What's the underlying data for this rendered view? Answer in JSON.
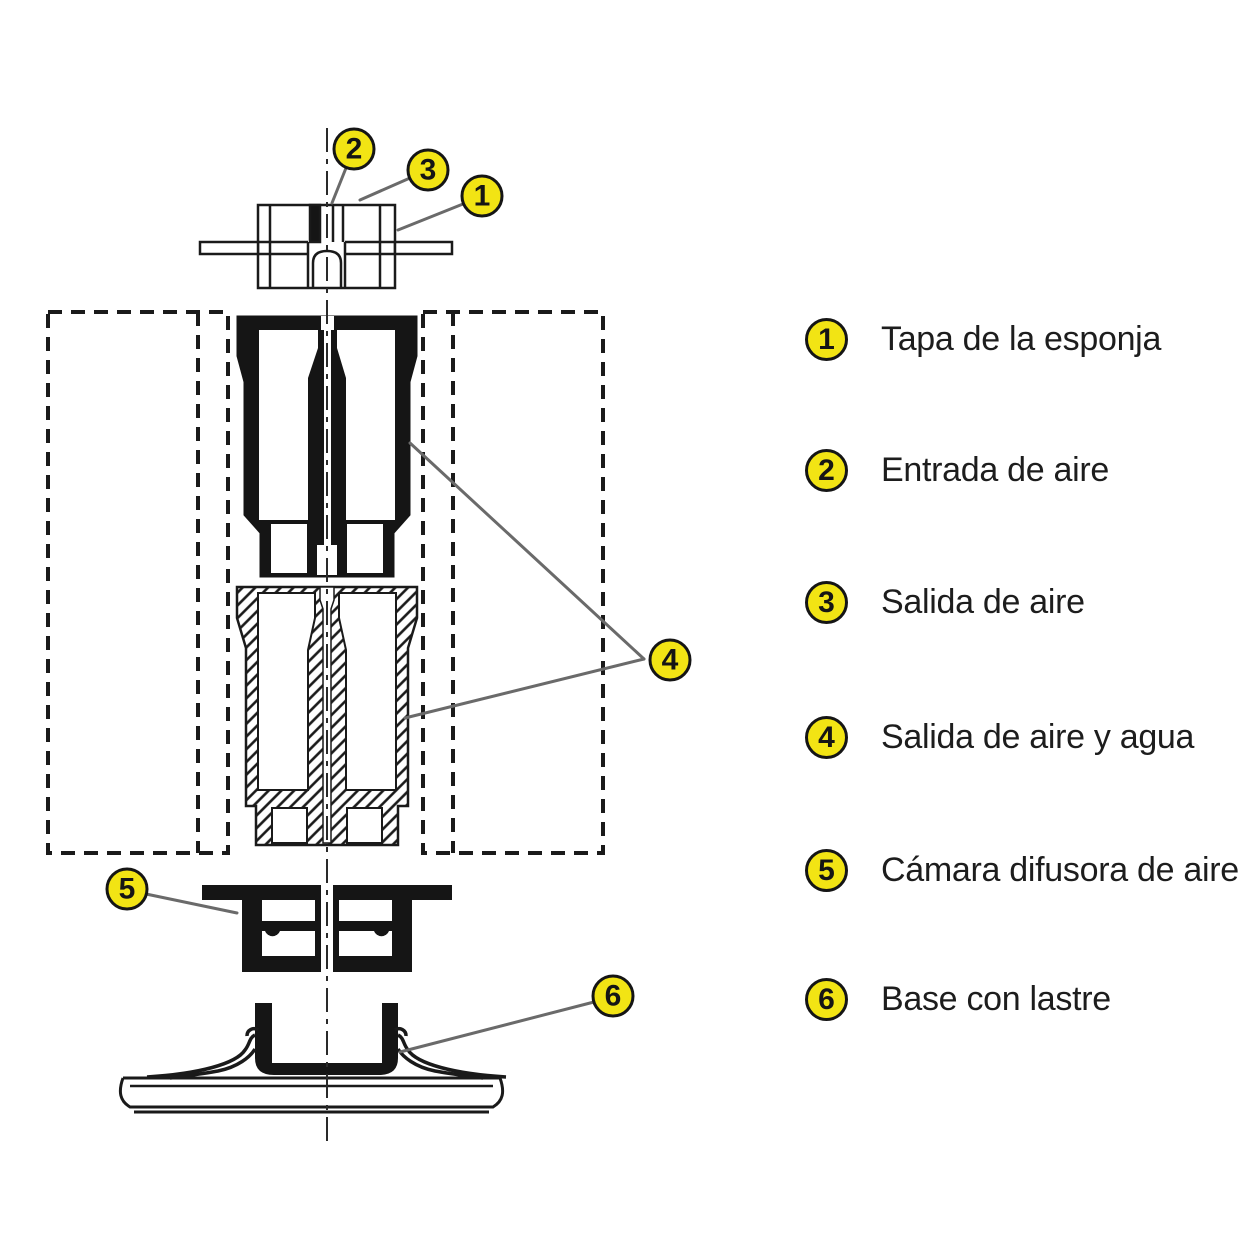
{
  "legend": {
    "items": [
      {
        "num": "1",
        "label": "Tapa de la esponja"
      },
      {
        "num": "2",
        "label": "Entrada de aire"
      },
      {
        "num": "3",
        "label": "Salida de aire"
      },
      {
        "num": "4",
        "label": "Salida de aire y agua"
      },
      {
        "num": "5",
        "label": "Cámara difusora de aire"
      },
      {
        "num": "6",
        "label": "Base con lastre"
      }
    ]
  },
  "diagram": {
    "callouts": [
      {
        "num": "2"
      },
      {
        "num": "3"
      },
      {
        "num": "1"
      },
      {
        "num": "4"
      },
      {
        "num": "5"
      },
      {
        "num": "6"
      }
    ]
  },
  "colors": {
    "badge_yellow": "#f2e414",
    "badge_border": "#151515",
    "line_black": "#1a1a1a",
    "leader_gray": "#6a6a6a",
    "text_black": "#1d1d1d"
  }
}
